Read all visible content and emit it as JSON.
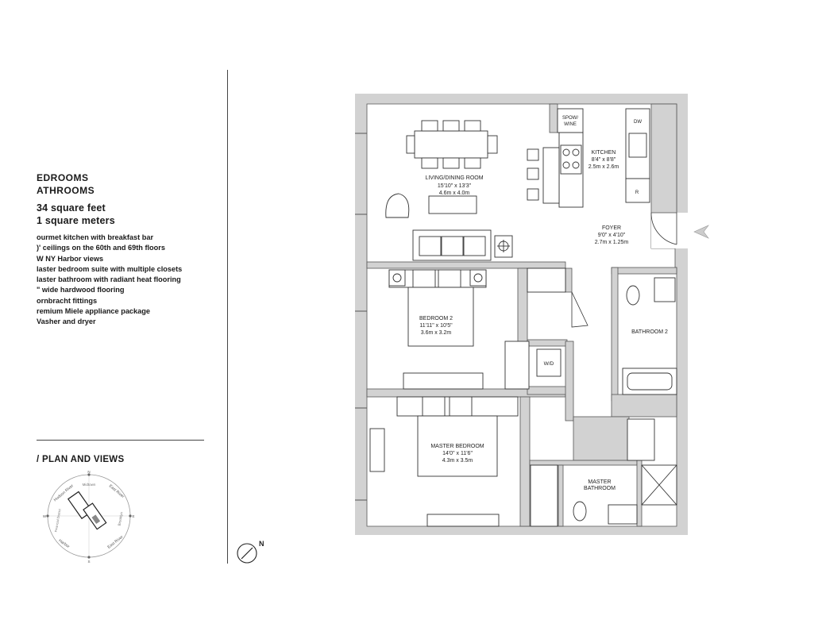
{
  "summary": {
    "bedrooms": "EDROOMS",
    "bathrooms": "ATHROOMS",
    "square_feet": "34 square feet",
    "square_meters": "1 square meters"
  },
  "features": [
    "ourmet kitchen with breakfast bar",
    ")' ceilings on the 60th and 69th floors",
    "W NY Harbor views",
    "laster bedroom suite with multiple closets",
    "laster bathroom with radiant heat flooring",
    "\" wide hardwood flooring",
    "ornbracht fittings",
    "remium Miele appliance package",
    "Vasher and dryer"
  ],
  "section_title": "/ PLAN AND VIEWS",
  "key_plan": {
    "north": "N",
    "south": "S",
    "east": "E",
    "west": "W",
    "labels": {
      "hudson_river": "Hudson River",
      "east_river_top": "East River",
      "midtown": "Midtown",
      "brooklyn": "Brooklyn",
      "financial_district": "Financial District",
      "harbor": "Harbor",
      "east_river_bottom": "East River"
    }
  },
  "north_arrow": "N",
  "rooms": {
    "living": {
      "name": "LIVING/DINING ROOM",
      "imperial": "15'10\" x 13'3\"",
      "metric": "4.6m x 4.0m"
    },
    "kitchen": {
      "name": "KITCHEN",
      "imperial": "8'4\" x 8'8\"",
      "metric": "2.5m x 2.6m"
    },
    "foyer": {
      "name": "FOYER",
      "imperial": "9'0\" x 4'10\"",
      "metric": "2.7m x 1.25m"
    },
    "bedroom2": {
      "name": "BEDROOM 2",
      "imperial": "11'11\" x 10'5\"",
      "metric": "3.6m x 3.2m"
    },
    "bathroom2": {
      "name": "BATHROOM 2"
    },
    "master_bedroom": {
      "name": "MASTER BEDROOM",
      "imperial": "14'0\" x 11'6\"",
      "metric": "4.3m x 3.5m"
    },
    "master_bathroom": {
      "name": "MASTER",
      "name2": "BATHROOM"
    }
  },
  "fixtures": {
    "spow_wine": "SPOW/",
    "spow_wine2": "WINE",
    "dw": "DW",
    "r": "R",
    "wd": "W/D"
  }
}
